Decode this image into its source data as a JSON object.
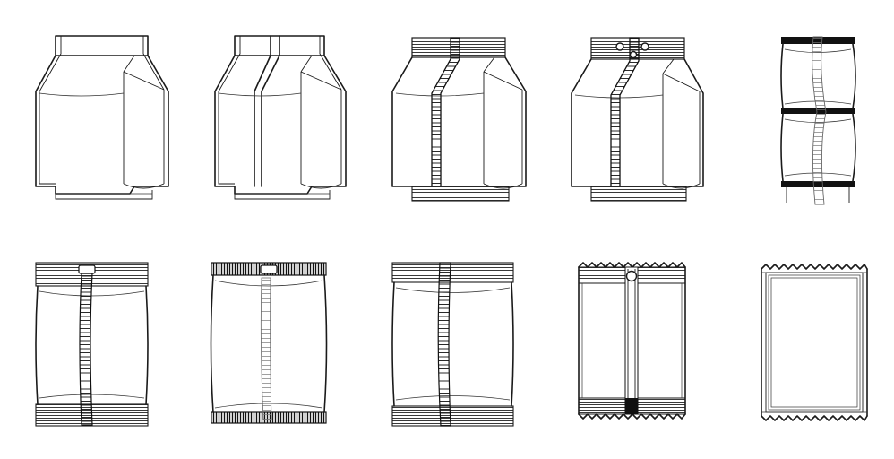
{
  "figure": {
    "rows": [
      {
        "row": "top",
        "items": [
          {
            "style": "block-bottom-plain",
            "icon": "block-bottom-bag-plain-icon"
          },
          {
            "style": "block-bottom-double-seam",
            "icon": "block-bottom-bag-double-seam-icon"
          },
          {
            "style": "block-bottom-back-seam",
            "icon": "block-bottom-bag-back-seam-icon"
          },
          {
            "style": "block-bottom-back-seam-hole",
            "icon": "block-bottom-bag-with-holes-icon"
          },
          {
            "style": "continuous-pillow-chain",
            "icon": "continuous-pillow-bags-icon"
          }
        ]
      },
      {
        "row": "bottom",
        "items": [
          {
            "style": "pillow-back-seam-hanger",
            "icon": "pillow-bag-hanger-icon"
          },
          {
            "style": "pillow-black-seal-hanger",
            "icon": "pillow-bag-dark-seal-icon"
          },
          {
            "style": "pillow-back-seam",
            "icon": "pillow-bag-back-seam-icon"
          },
          {
            "style": "pillow-zigzag-punch-hole",
            "icon": "pillow-bag-zigzag-hole-icon"
          },
          {
            "style": "flat-four-side-zigzag",
            "icon": "flat-sachet-zigzag-icon"
          }
        ]
      }
    ]
  }
}
